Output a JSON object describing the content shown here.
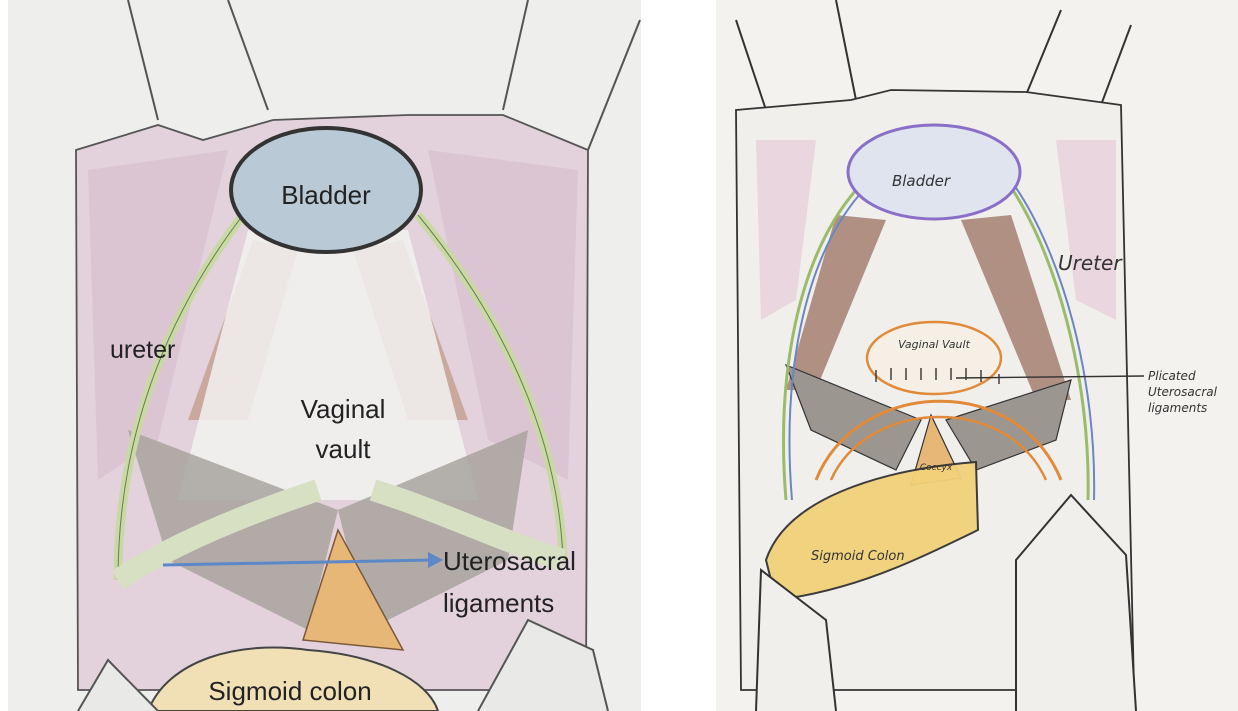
{
  "left_diagram": {
    "labels": {
      "bladder": "Bladder",
      "ureter": "ureter",
      "vaginal_vault_line1": "Vaginal",
      "vaginal_vault_line2": "vault",
      "uterosacral_line1": "Uterosacral",
      "uterosacral_line2": "ligaments",
      "sigmoid": "Sigmoid colon"
    },
    "colors": {
      "bladder_fill": "#b9cad6",
      "ureter": "#c9d9a4",
      "muscle_pink": "#cfb2c6",
      "ligament_brown": "#b88f80",
      "uterosacral_grey": "#9c968f",
      "coccyx_orange": "#e6b777",
      "sigmoid_fill": "#f1e0b6",
      "arrow": "#5c88c8"
    }
  },
  "right_diagram": {
    "labels": {
      "bladder": "Bladder",
      "ureter": "Ureter",
      "vaginal_vault": "Vaginal Vault",
      "plicated_line1": "Plicated",
      "plicated_line2": "Uterosacral",
      "plicated_line3": "ligaments",
      "coccyx": "Coccyx",
      "sigmoid": "Sigmoid Colon"
    },
    "colors": {
      "bladder_outline": "#8a6fc8",
      "ureter_green": "#9abc6a",
      "ureter_blue": "#6b86c6",
      "vault_orange": "#e08a3a",
      "muscle_pink": "#d9a8c8",
      "ligament_brown": "#8a6050",
      "sigmoid_yellow": "#f2d27a"
    }
  }
}
